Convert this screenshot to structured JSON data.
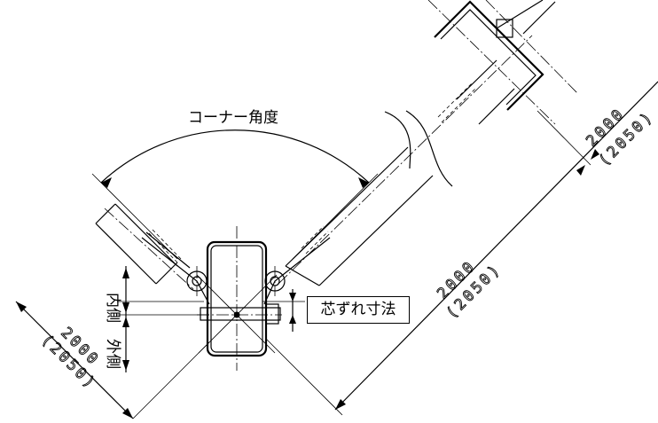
{
  "labels": {
    "corner_angle": "コーナー角度",
    "offset_dimension": "芯ずれ寸法",
    "inner_side": "内側",
    "outer_side": "外側"
  },
  "dimensions": {
    "right_upper": "2000",
    "right_upper_alt": "(2050)",
    "right_middle": "2000",
    "right_middle_alt": "(2050)",
    "left": "2000",
    "left_alt": "(2050)"
  }
}
